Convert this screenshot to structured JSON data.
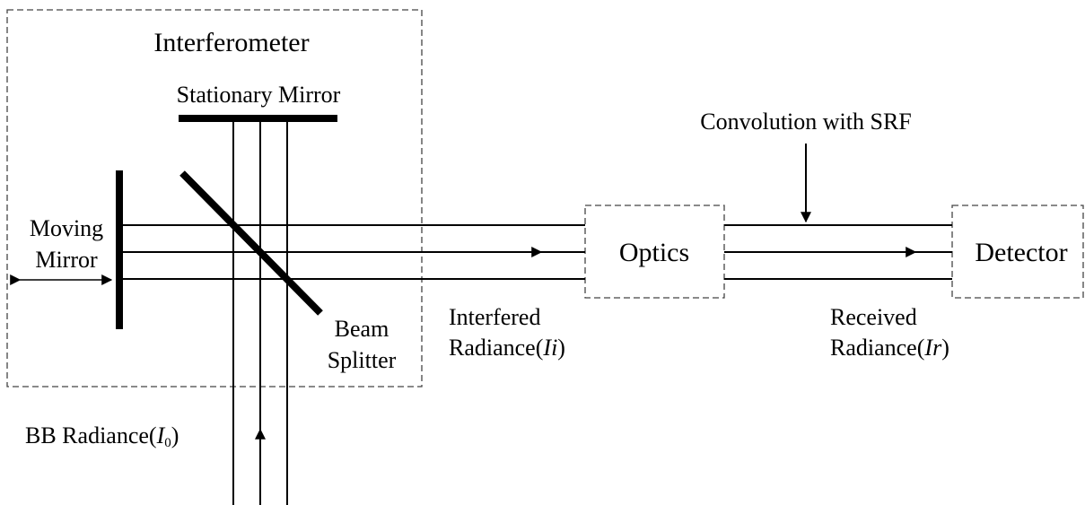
{
  "interferometer_label": "Interferometer",
  "stationary_mirror_label": "Stationary Mirror",
  "moving_mirror_label_line1": "Moving",
  "moving_mirror_label_line2": "Mirror",
  "beam_splitter_label_line1": "Beam",
  "beam_splitter_label_line2": "Splitter",
  "bb_radiance_label": "BB Radiance",
  "bb_radiance_symbol": "I",
  "bb_radiance_subscript": "0",
  "interfered_radiance_line1": "Interfered",
  "interfered_radiance_line2": "Radiance",
  "interfered_radiance_symbol": "Ii",
  "optics_label": "Optics",
  "convolution_label": "Convolution with SRF",
  "received_radiance_line1": "Received",
  "received_radiance_line2": "Radiance",
  "received_radiance_symbol": "Ir",
  "detector_label": "Detector"
}
